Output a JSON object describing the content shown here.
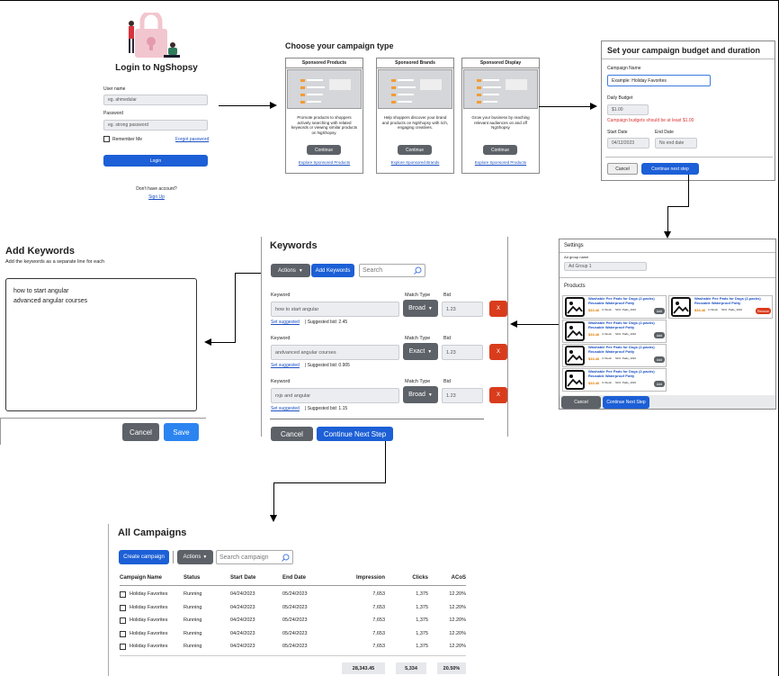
{
  "login": {
    "title": "Login to NgShopsy",
    "username_label": "User name",
    "username_placeholder": "eg. ahmedular",
    "password_label": "Password",
    "password_placeholder": "eg. strong password",
    "remember_label": "Remember Me",
    "forgot_label": "Forgot password",
    "login_button": "Login",
    "no_account": "Don't have account?",
    "signup_link": "Sign Up"
  },
  "campaign_type": {
    "heading": "Choose your campaign type",
    "cards": [
      {
        "title": "Sponsored Products",
        "desc": "Promote products to shoppers actively searching with related keywords or viewing similar products on NgShopsy.",
        "button": "Continue",
        "link": "Explore Sponsored Products"
      },
      {
        "title": "Sponsored Brands",
        "desc": "Help shoppers discover your brand and products on NgShopsy with rich, engaging creatives.",
        "button": "Continue",
        "link": "Explore Sponsored Brands"
      },
      {
        "title": "Sponsored Display",
        "desc": "Grow your business by reaching relevant audiences on and off NgShopsy",
        "button": "Continue",
        "link": "Explore Sponsored Products"
      }
    ]
  },
  "budget": {
    "heading": "Set your campaign budget and duration",
    "name_label": "Campaign Name",
    "name_value": "Example: Holiday Favorites",
    "budget_label": "Daily Budget",
    "budget_value": "$1.00",
    "budget_error": "Campaign budgets should be at least $1.00",
    "start_label": "Start Date",
    "start_value": "04/12/2023",
    "end_label": "End Date",
    "end_value": "No end date",
    "cancel": "Cancel",
    "next": "Continue next step"
  },
  "settings": {
    "heading": "Settings",
    "ad_group_label": "Ad group name",
    "ad_group_value": "Ad Group 1",
    "products_heading": "Products",
    "products": [
      {
        "title": "Washable Pee Pads for Dogs (2-packs) Reusable Waterproof Potty",
        "price": "$33.46",
        "stock": "In Stock",
        "sku": "SKU: Pads_1010",
        "action": "Add"
      },
      {
        "title": "Washable Pee Pads for Dogs (2-packs) Reusable Waterproof Potty",
        "price": "$33.46",
        "stock": "In Stock",
        "sku": "SKU: Pads_1010",
        "action": "Remove"
      },
      {
        "title": "Washable Pee Pads for Dogs (2-packs) Reusable Waterproof Potty",
        "price": "$33.46",
        "stock": "In Stock",
        "sku": "SKU: Pads_1010",
        "action": "Add"
      },
      {
        "title": "Washable Pee Pads for Dogs (2-packs) Reusable Waterproof Potty",
        "price": "$33.46",
        "stock": "In Stock",
        "sku": "SKU: Pads_1010",
        "action": "Add"
      },
      {
        "title": "Washable Pee Pads for Dogs (2-packs) Reusable Waterproof Potty",
        "price": "$33.46",
        "stock": "In Stock",
        "sku": "SKU: Pads_1010",
        "action": "Add"
      }
    ],
    "cancel": "Cancel",
    "next": "Continue Next Step"
  },
  "keywords": {
    "heading": "Keywords",
    "actions": "Actions",
    "add_keywords": "Add Keywords",
    "search_placeholder": "Search",
    "keyword_label": "Keyword",
    "match_label": "Match Type",
    "bid_label": "Bid",
    "rows": [
      {
        "keyword": "how to start angular",
        "match": "Broad",
        "bid": "1.23",
        "suggest": "Set suggested",
        "suggested_bid": "| Suggested bid: 2.45"
      },
      {
        "keyword": "andvanced angular courses",
        "match": "Exact",
        "bid": "1.23",
        "suggest": "Set suggested",
        "suggested_bid": "| Suggested bid: 0.905"
      },
      {
        "keyword": "rxjs and angular",
        "match": "Broad",
        "bid": "1.23",
        "suggest": "Set suggested",
        "suggested_bid": "| Suggested bid: 1.15"
      }
    ],
    "remove": "X",
    "cancel": "Cancel",
    "next": "Continue Next Step"
  },
  "add_keywords": {
    "heading": "Add Keywords",
    "subtitle": "Add the keywords as a separate line for each",
    "lines": [
      "how to start angular",
      "advanced angular courses"
    ],
    "cancel": "Cancel",
    "save": "Save"
  },
  "campaigns": {
    "heading": "All Campaigns",
    "create": "Create campaign",
    "actions": "Actions",
    "search_placeholder": "Search campaign",
    "columns": [
      "Campaign Name",
      "Status",
      "Start Date",
      "End Date",
      "Impression",
      "Clicks",
      "ACoS"
    ],
    "rows": [
      [
        "Holiday Favorites",
        "Running",
        "04/24/2023",
        "05/24/2023",
        "7,653",
        "1,375",
        "12.20%"
      ],
      [
        "Holiday Favorites",
        "Running",
        "04/24/2023",
        "05/24/2023",
        "7,653",
        "1,375",
        "12.20%"
      ],
      [
        "Holiday Favorites",
        "Running",
        "04/24/2023",
        "05/24/2023",
        "7,653",
        "1,375",
        "12.20%"
      ],
      [
        "Holiday Favorites",
        "Running",
        "04/24/2023",
        "05/24/2023",
        "7,653",
        "1,375",
        "12.20%"
      ],
      [
        "Holiday Favorites",
        "Running",
        "04/24/2023",
        "05/24/2023",
        "7,653",
        "1,375",
        "12.20%"
      ]
    ],
    "totals": [
      "28,343.45",
      "5,334",
      "20.50%"
    ]
  },
  "colors": {
    "accent": "#1c5fd6",
    "danger": "#d93c1c",
    "button_gray": "#5d6268"
  }
}
